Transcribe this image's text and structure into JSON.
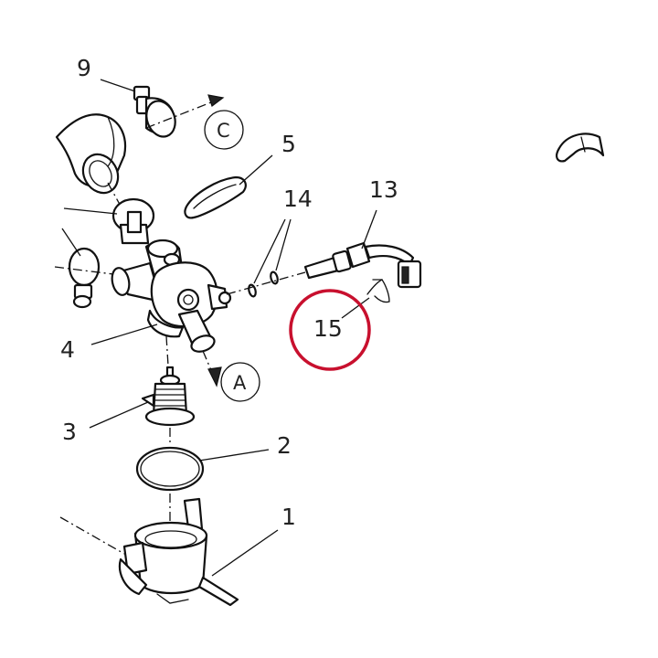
{
  "callouts": {
    "c1": "1",
    "c2": "2",
    "c3": "3",
    "c4": "4",
    "c5": "5",
    "c9": "9",
    "c13": "13",
    "c14": "14",
    "c15": "15"
  },
  "flow_markers": {
    "a": "A",
    "c": "C"
  },
  "highlight": {
    "color": "#c8102e",
    "part": "15"
  },
  "colors": {
    "line": "#111111",
    "background": "#ffffff"
  }
}
